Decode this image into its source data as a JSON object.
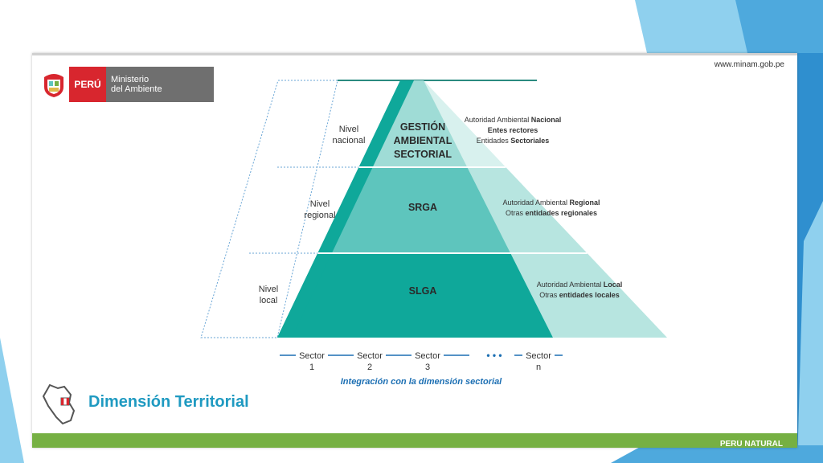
{
  "logo": {
    "country": "PERÚ",
    "ministry_line1": "Ministerio",
    "ministry_line2": "del Ambiente"
  },
  "header": {
    "website": "www.minam.gob.pe"
  },
  "diagram": {
    "levels": [
      {
        "label_line1": "Nivel",
        "label_line2": "nacional",
        "center": [
          "GESTIÓN",
          "AMBIENTAL",
          "SECTORIAL"
        ],
        "description": [
          [
            {
              "t": "Autoridad Ambiental ",
              "b": false
            },
            {
              "t": "Nacional",
              "b": true
            }
          ],
          [
            {
              "t": "Entes rectores",
              "b": true
            }
          ],
          [
            {
              "t": "Entidades ",
              "b": false
            },
            {
              "t": "Sectoriales",
              "b": true
            }
          ]
        ]
      },
      {
        "label_line1": "Nivel",
        "label_line2": "regional",
        "center": [
          "SRGA"
        ],
        "description": [
          [
            {
              "t": "Autoridad Ambiental ",
              "b": false
            },
            {
              "t": "Regional",
              "b": true
            }
          ],
          [
            {
              "t": "Otras ",
              "b": false
            },
            {
              "t": "entidades regionales",
              "b": true
            }
          ]
        ]
      },
      {
        "label_line1": "Nivel",
        "label_line2": "local",
        "center": [
          "SLGA"
        ],
        "description": [
          [
            {
              "t": "Autoridad Ambiental ",
              "b": false
            },
            {
              "t": "Local",
              "b": true
            }
          ],
          [
            {
              "t": "Otras ",
              "b": false
            },
            {
              "t": "entidades locales",
              "b": true
            }
          ]
        ]
      }
    ],
    "sectors": [
      {
        "label": "Sector",
        "num": "1"
      },
      {
        "label": "Sector",
        "num": "2"
      },
      {
        "label": "Sector",
        "num": "3"
      },
      {
        "label": "Sector",
        "num": "n"
      }
    ],
    "ellipsis": "• • •",
    "caption": "Integración con la dimensión sectorial"
  },
  "section_title": "Dimensión Territorial",
  "footer": {
    "brand": "PERÚ NATURAL"
  },
  "colors": {
    "peru_red": "#d8262e",
    "ministry_gray": "#6f6f6f",
    "teal_dark": "#0fa89a",
    "teal_mid": "#5ec5bd",
    "teal_light": "#9fdcd6",
    "teal_pale": "#d4efec",
    "title_blue": "#1f9ac1",
    "caption_blue": "#1c6fb3",
    "footer_green": "#76b043",
    "deco_blue": "#2f8fcf",
    "deco_light": "#8fd0ee"
  }
}
